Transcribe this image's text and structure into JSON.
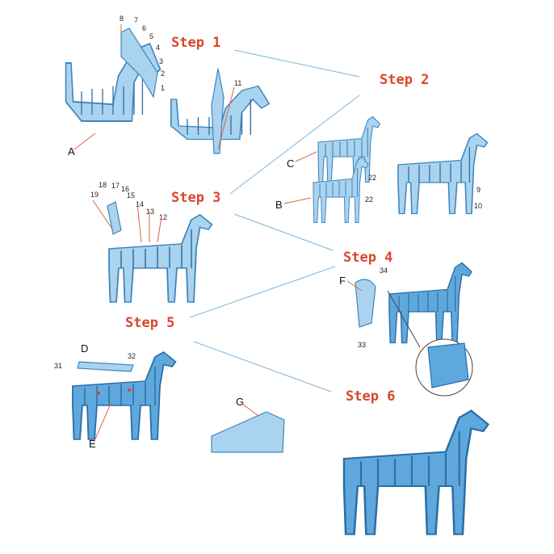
{
  "steps": [
    "Step 1",
    "Step 2",
    "Step 3",
    "Step 4",
    "Step 5",
    "Step 6"
  ],
  "part_numbers_step1": [
    "8",
    "7",
    "6",
    "5",
    "4",
    "3",
    "2",
    "1"
  ],
  "part_11": "11",
  "parts_step3": [
    "19",
    "18",
    "17",
    "16",
    "15",
    "14",
    "13",
    "12"
  ],
  "parts_step2": [
    "22",
    "22",
    "9",
    "10"
  ],
  "parts_step4": [
    "34",
    "33"
  ],
  "parts_step5": [
    "31",
    "32"
  ],
  "letters": {
    "A": "A",
    "B": "B",
    "C": "C",
    "D": "D",
    "E": "E",
    "F": "F",
    "G": "G"
  },
  "colors": {
    "step_label": "#d9472b",
    "part_light": "#a9d3ef",
    "part_dark": "#5ea8dd",
    "arrow": "#7fb3d6"
  }
}
